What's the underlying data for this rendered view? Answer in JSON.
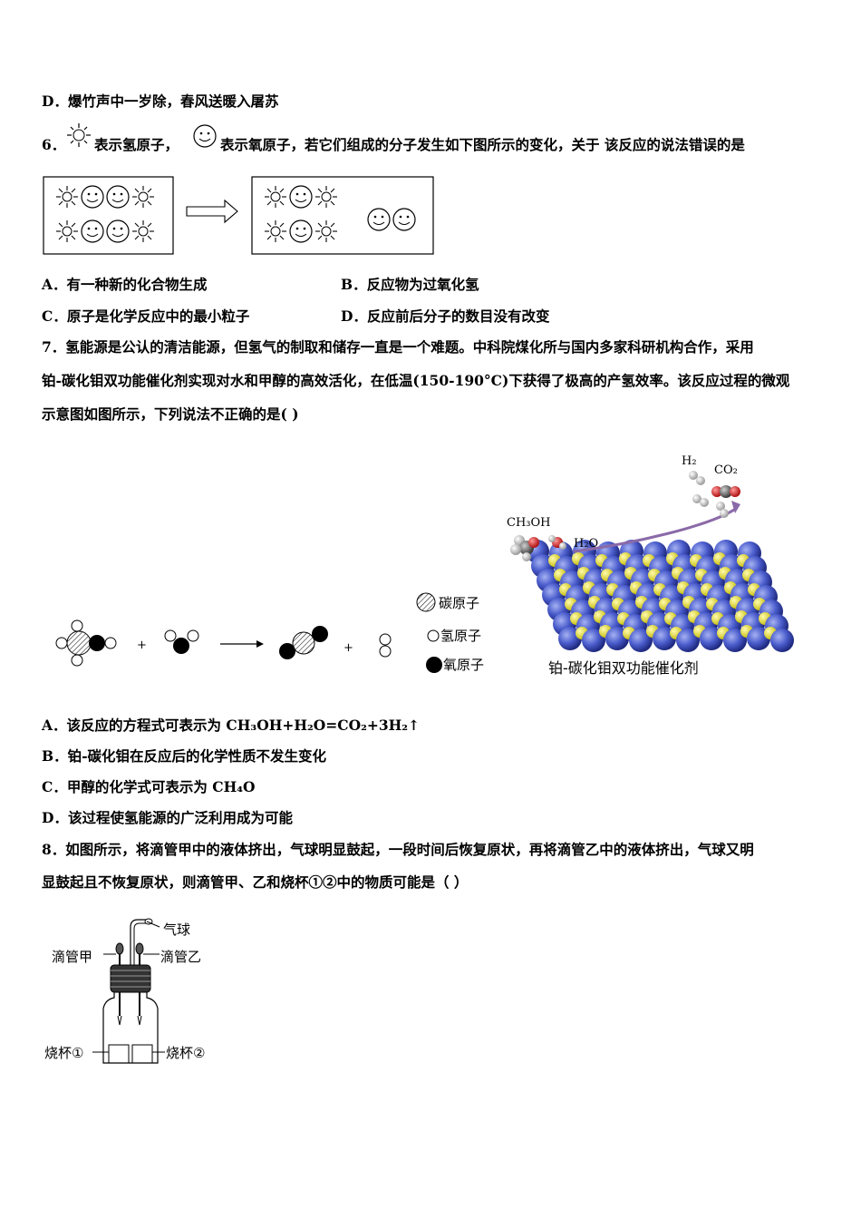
{
  "q5_option_d": "D．爆竹声中一岁除，春风送暖入屠苏",
  "q6": {
    "number": "6．",
    "text_hydrogen": "表示氢原子，",
    "text_oxygen": "表示氧原子，若它们组成的分子发生如下图所示的变化，关于 该反应的说法错误的是",
    "option_a": "A．有一种新的化合物生成",
    "option_b": "B．反应物为过氧化氢",
    "option_c": "C．原子是化学反应中的最小粒子",
    "option_d": "D．反应前后分子的数目没有改变",
    "icons": {
      "hydrogen": "sun-icon",
      "oxygen": "smiley-icon",
      "arrow": "hollow-arrow-icon"
    }
  },
  "q7": {
    "line1": "7．氢能源是公认的清洁能源，但氢气的制取和储存一直是一个难题。中科院煤化所与国内多家科研机构合作，采用",
    "line2": "铂-碳化钼双功能催化剂实现对水和甲醇的高效活化，在低温(150-190°C)下获得了极高的产氢效率。该反应过程的微观",
    "line3": "示意图如图所示，下列说法不正确的是(   )",
    "legend": {
      "carbon": "碳原子",
      "hydrogen": "氢原子",
      "oxygen": "氧原子"
    },
    "equation_plus": "+",
    "catalyst_labels": {
      "ch3oh": "CH₃OH",
      "h2o": "H₂O",
      "h2": "H₂",
      "co2": "CO₂"
    },
    "catalyst_caption": "铂-碳化钼双功能催化剂",
    "option_a": "A．该反应的方程式可表示为 CH₃OH+H₂O=CO₂+3H₂↑",
    "option_b": "B．铂-碳化钼在反应后的化学性质不发生变化",
    "option_c": "C．甲醇的化学式可表示为 CH₄O",
    "option_d": "D．该过程使氢能源的广泛利用成为可能",
    "colors": {
      "sphere_blue": "#3d4fb8",
      "sphere_yellow": "#e8e23a",
      "arrow_purple": "#8a6aa8"
    }
  },
  "q8": {
    "line1": "8．如图所示，将滴管甲中的液体挤出，气球明显鼓起，一段时间后恢复原状，再将滴管乙中的液体挤出，气球又明",
    "line2": "显鼓起且不恢复原状，则滴管甲、乙和烧杯①②中的物质可能是（       ）",
    "labels": {
      "balloon": "气球",
      "dropper_a": "滴管甲",
      "dropper_b": "滴管乙",
      "beaker_1": "烧杯①",
      "beaker_2": "烧杯②"
    }
  }
}
